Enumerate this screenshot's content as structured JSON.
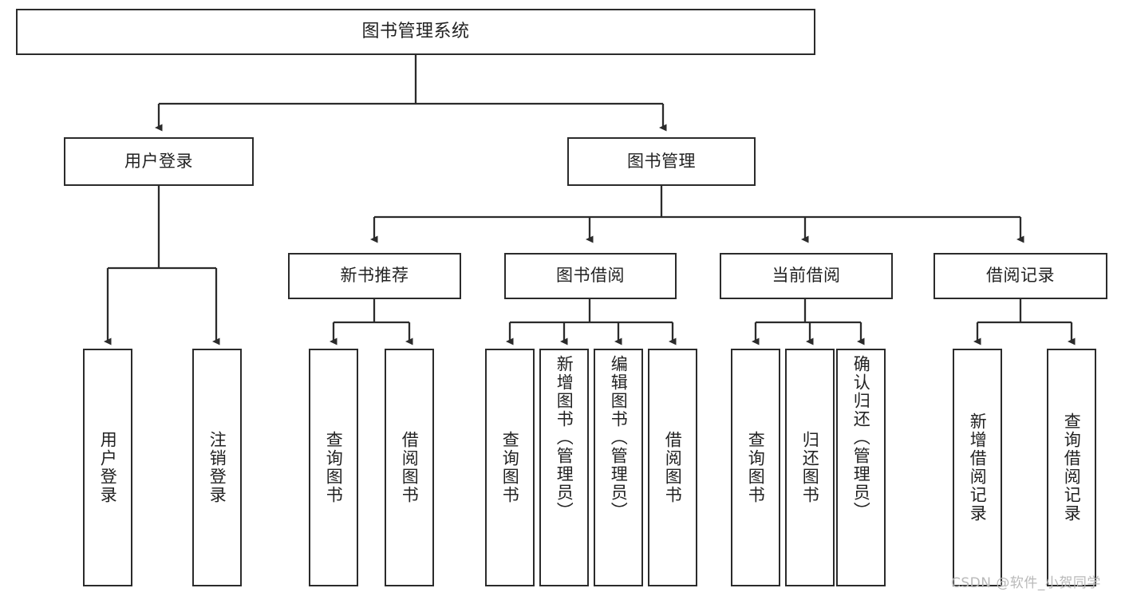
{
  "diagram": {
    "title": "图书管理系统",
    "type": "tree-hierarchy",
    "background_color": "#ffffff",
    "stroke_color": "#2b2b2b",
    "text_color": "#222222",
    "root": {
      "id": "root",
      "label": "图书管理系统"
    },
    "level2": [
      {
        "id": "user-login",
        "label": "用户登录"
      },
      {
        "id": "book-management",
        "label": "图书管理"
      }
    ],
    "level3": [
      {
        "id": "new-book-recommend",
        "label": "新书推荐",
        "parent": "book-management"
      },
      {
        "id": "book-borrow",
        "label": "图书借阅",
        "parent": "book-management"
      },
      {
        "id": "current-borrow",
        "label": "当前借阅",
        "parent": "book-management"
      },
      {
        "id": "borrow-record",
        "label": "借阅记录",
        "parent": "book-management"
      }
    ],
    "leaves": {
      "user-login": [
        {
          "id": "leaf-user-login",
          "label": "用户登录"
        },
        {
          "id": "leaf-user-logout",
          "label": "注销登录"
        }
      ],
      "new-book-recommend": [
        {
          "id": "leaf-query-book-1",
          "label": "查询图书"
        },
        {
          "id": "leaf-borrow-book-1",
          "label": "借阅图书"
        }
      ],
      "book-borrow": [
        {
          "id": "leaf-query-book-2",
          "label": "查询图书"
        },
        {
          "id": "leaf-add-book",
          "label": "新增图书（管理员）"
        },
        {
          "id": "leaf-edit-book",
          "label": "编辑图书（管理员）"
        },
        {
          "id": "leaf-borrow-book-2",
          "label": "借阅图书"
        }
      ],
      "current-borrow": [
        {
          "id": "leaf-query-book-3",
          "label": "查询图书"
        },
        {
          "id": "leaf-return-book",
          "label": "归还图书"
        },
        {
          "id": "leaf-confirm-return",
          "label": "确认归还（管理员）"
        }
      ],
      "borrow-record": [
        {
          "id": "leaf-add-record",
          "label": "新增借阅记录"
        },
        {
          "id": "leaf-query-record",
          "label": "查询借阅记录"
        }
      ]
    }
  },
  "watermark": {
    "text": "CSDN @软件_小贺同学",
    "color": "#b9b9b9"
  }
}
